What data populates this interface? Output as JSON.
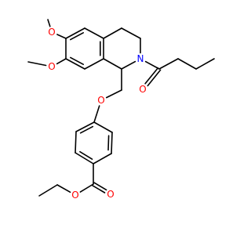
{
  "molecule": {
    "colors": {
      "bond": "#000000",
      "oxygen": "#ff0000",
      "nitrogen": "#0000ff"
    },
    "atoms": [
      {
        "id": "o_meo6",
        "label": "O",
        "element": "oxygen"
      },
      {
        "id": "o_meo7",
        "label": "O",
        "element": "oxygen"
      },
      {
        "id": "n_ring",
        "label": "N",
        "element": "nitrogen"
      },
      {
        "id": "o_carbonyl",
        "label": "O",
        "element": "oxygen"
      },
      {
        "id": "o_ether",
        "label": "O",
        "element": "oxygen"
      },
      {
        "id": "o_ester_carbonyl",
        "label": "O",
        "element": "oxygen"
      },
      {
        "id": "o_ester",
        "label": "O",
        "element": "oxygen"
      }
    ]
  }
}
